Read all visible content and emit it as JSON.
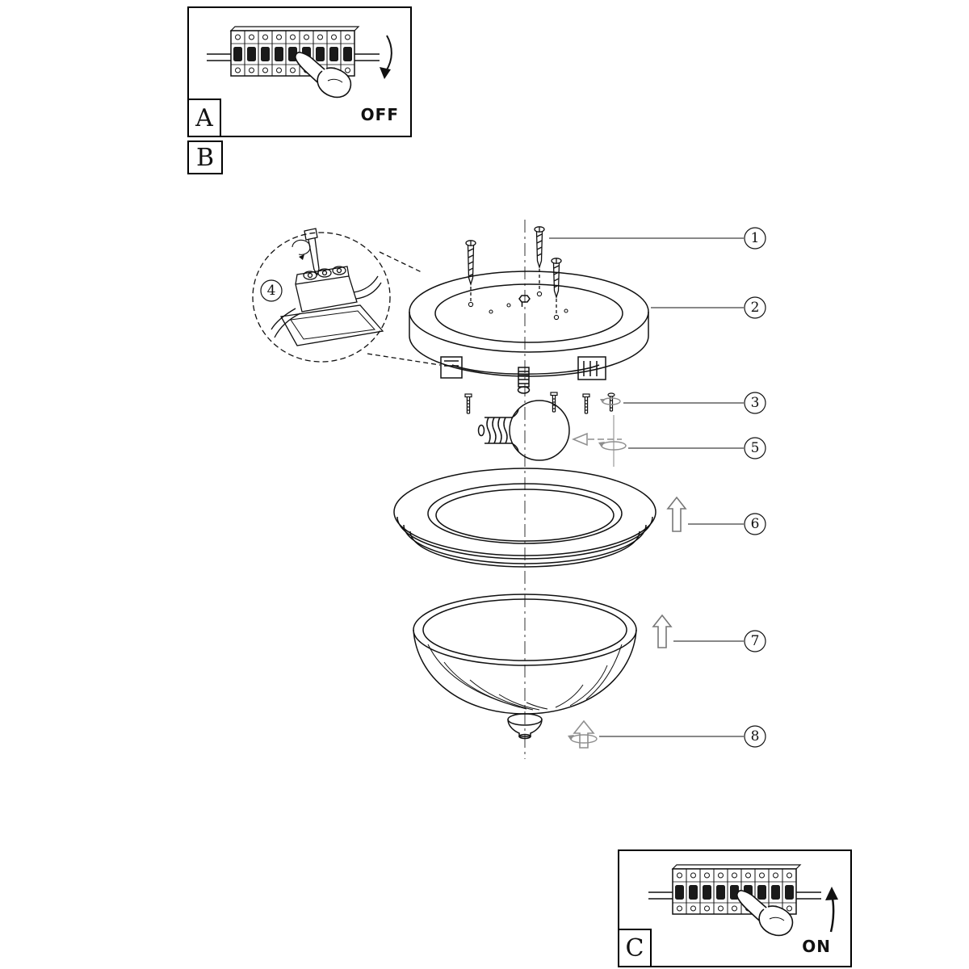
{
  "panels": {
    "a": {
      "label": "A",
      "switch_state": "OFF"
    },
    "b": {
      "label": "B"
    },
    "c": {
      "label": "C",
      "switch_state": "ON"
    }
  },
  "callouts": {
    "c1": "1",
    "c2": "2",
    "c3": "3",
    "c4": "4",
    "c5": "5",
    "c6": "6",
    "c7": "7",
    "c8": "8"
  },
  "colors": {
    "line": "#1a1a1a",
    "muted_arrow": "#8f8f8f"
  }
}
